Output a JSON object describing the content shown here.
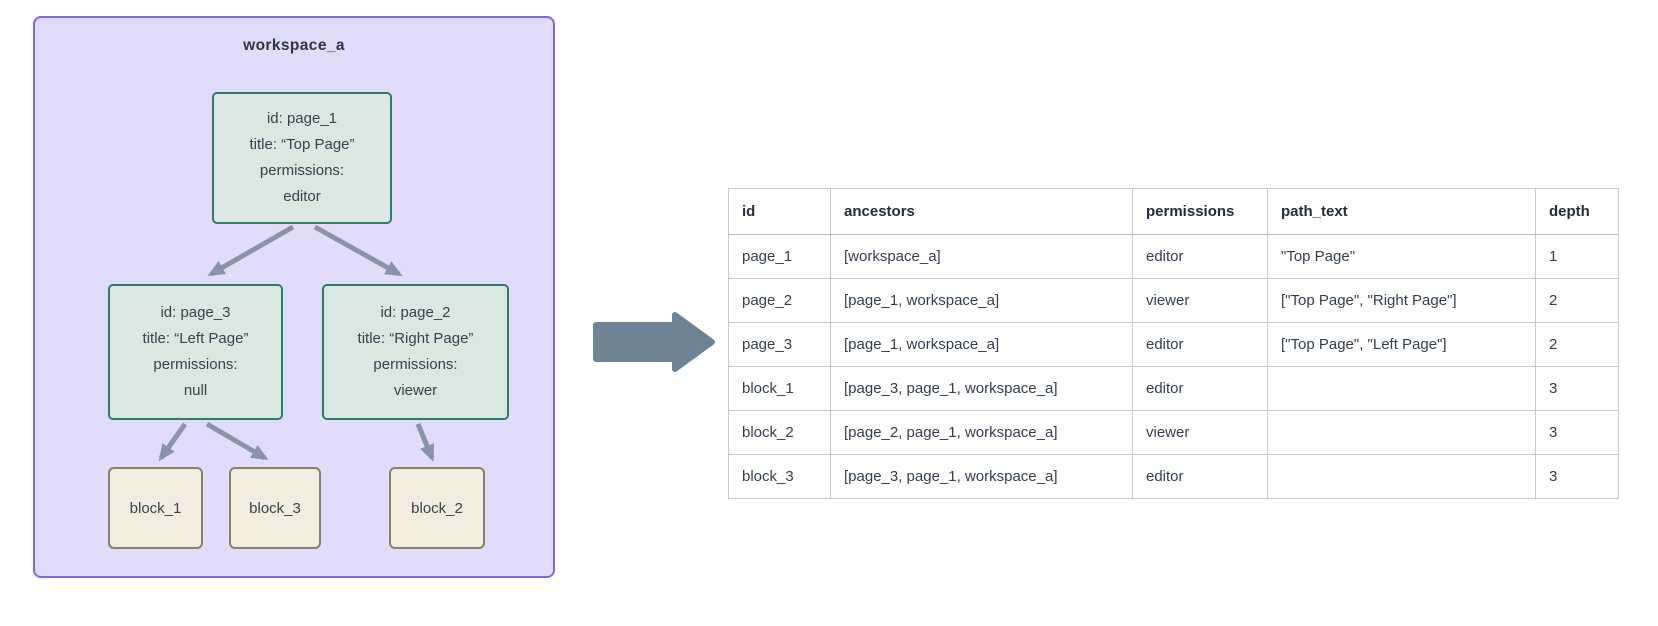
{
  "diagram": {
    "workspace_label": "workspace_a",
    "pages": {
      "page_1": {
        "lines": [
          "id: page_1",
          "title: “Top Page”",
          "permissions:",
          "editor"
        ]
      },
      "page_3": {
        "lines": [
          "id: page_3",
          "title: “Left Page”",
          "permissions:",
          "null"
        ]
      },
      "page_2": {
        "lines": [
          "id: page_2",
          "title: “Right Page”",
          "permissions:",
          "viewer"
        ]
      }
    },
    "blocks": {
      "block_1": {
        "label": "block_1"
      },
      "block_3": {
        "label": "block_3"
      },
      "block_2": {
        "label": "block_2"
      }
    },
    "colors": {
      "workspace_fill": "#e1dcf9",
      "workspace_border": "#7f68e6",
      "page_fill": "#d9e9e2",
      "page_border": "#2f7d68",
      "block_fill": "#f2edde",
      "block_border": "#8d7f63",
      "edge_arrow": "#8995a6",
      "transform_arrow": "#6e8494",
      "table_border": "#c5cbd3",
      "text": "#333e4e"
    }
  },
  "table": {
    "columns": [
      "id",
      "ancestors",
      "permissions",
      "path_text",
      "depth"
    ],
    "rows": [
      [
        "page_1",
        "[workspace_a]",
        "editor",
        "\"Top Page\"",
        "1"
      ],
      [
        "page_2",
        "[page_1, workspace_a]",
        "viewer",
        "[\"Top Page\", \"Right Page\"]",
        "2"
      ],
      [
        "page_3",
        "[page_1, workspace_a]",
        "editor",
        "[\"Top Page\", \"Left Page\"]",
        "2"
      ],
      [
        "block_1",
        "[page_3, page_1, workspace_a]",
        "editor",
        "",
        "3"
      ],
      [
        "block_2",
        "[page_2, page_1, workspace_a]",
        "viewer",
        "",
        "3"
      ],
      [
        "block_3",
        "[page_3, page_1, workspace_a]",
        "editor",
        "",
        "3"
      ]
    ]
  }
}
